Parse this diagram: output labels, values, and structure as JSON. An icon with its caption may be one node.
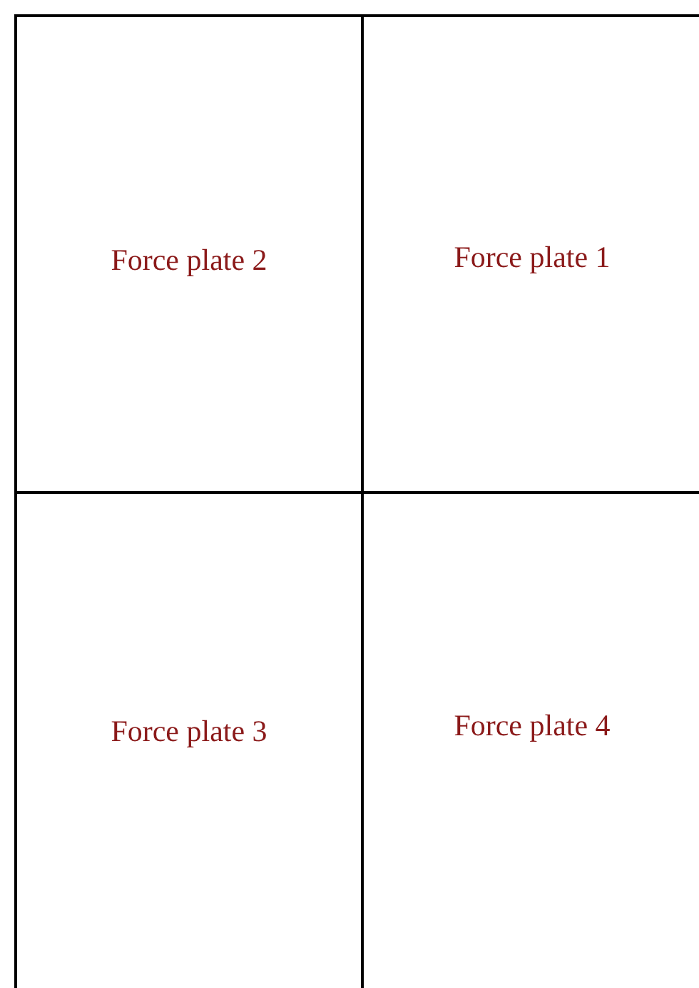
{
  "diagram": {
    "nodes": [
      {
        "text": [
          "Force plate 2"
        ]
      },
      {
        "text": [
          "Force plate 1"
        ]
      },
      {
        "text": [
          "Force plate 3"
        ]
      },
      {
        "text": [
          "Force plate 4"
        ]
      }
    ]
  }
}
